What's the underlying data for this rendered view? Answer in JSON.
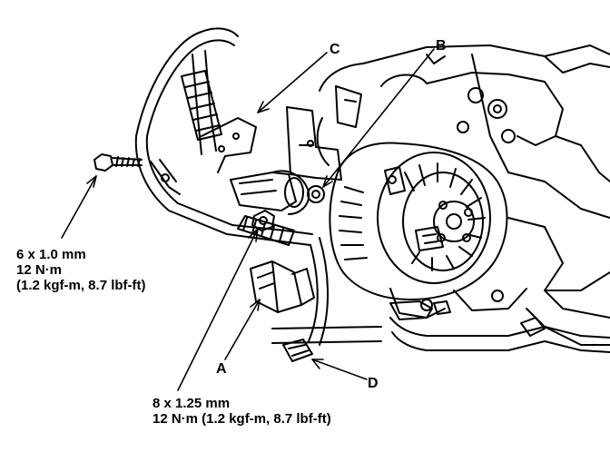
{
  "callouts": {
    "a": "A",
    "b": "B",
    "c": "C",
    "d": "D"
  },
  "specs": {
    "bolt_6": {
      "size": "6 x 1.0 mm",
      "torque": "12 N·m",
      "conversion": "(1.2 kgf-m, 8.7 lbf-ft)"
    },
    "bolt_8": {
      "size": "8 x 1.25 mm",
      "torque": "12 N·m (1.2 kgf-m, 8.7 lbf-ft)"
    }
  }
}
